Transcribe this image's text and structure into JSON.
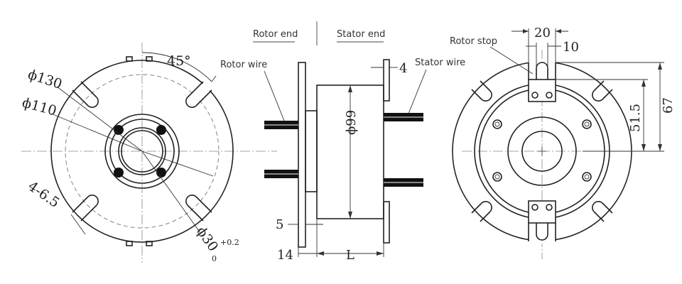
{
  "labels": {
    "rotor_end": "Rotor end",
    "stator_end": "Stator end",
    "rotor_wire": "Rotor wire",
    "stator_wire": "Stator wire",
    "rotor_stop": "Rotor stop"
  },
  "dimensions": {
    "angle": "45°",
    "phi130": "ϕ130",
    "phi110": "ϕ110",
    "holes": "4-6.5",
    "bore": "ϕ30",
    "bore_tol_upper": "+0.2",
    "bore_tol_lower": "0",
    "phi99": "ϕ99",
    "flange_thk_stator": "4",
    "flange_thk_rotor": "5",
    "rotor_flange_len": "14",
    "body_len": "L",
    "stop_width": "20",
    "stop_slot": "10",
    "stop_h1": "51.5",
    "stop_h2": "67"
  }
}
